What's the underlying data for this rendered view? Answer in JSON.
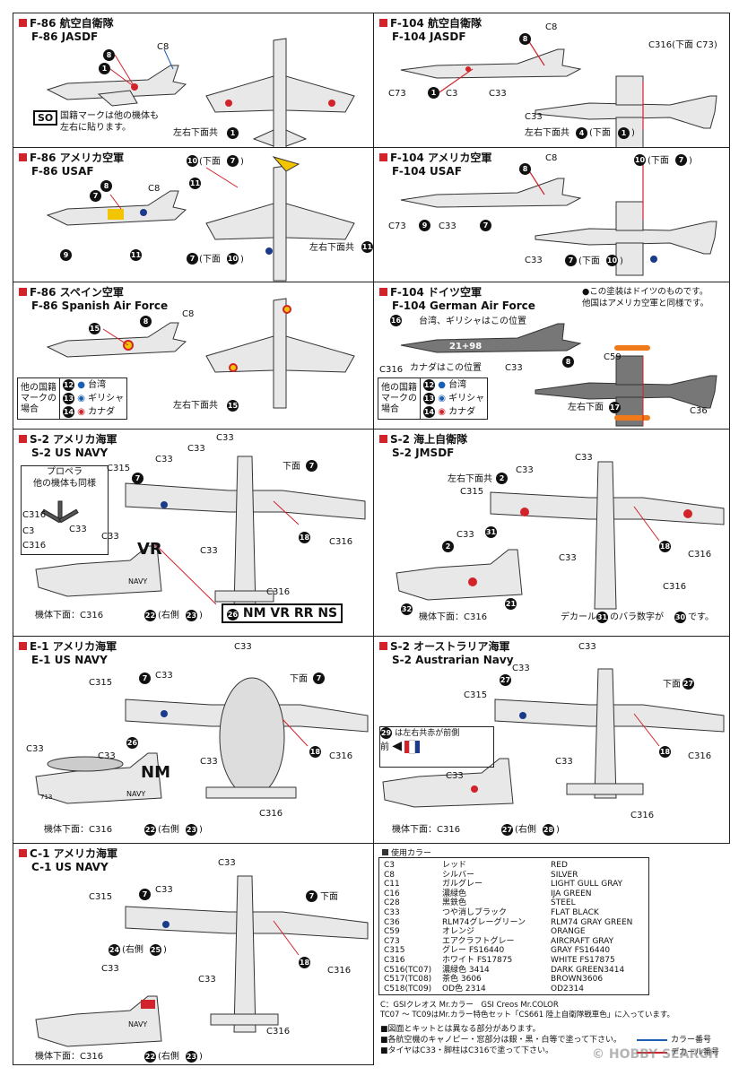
{
  "panels": {
    "f86_jasdf": {
      "title_jp": "F-86 航空自衛隊",
      "title_en": "F-86 JASDF",
      "labels": {
        "c8": "C8",
        "n8": "8",
        "n1": "1",
        "bottom_both": "左右下面共",
        "n1b": "1"
      },
      "so_badge": "SO",
      "so_note_l1": "国籍マークは他の機体も",
      "so_note_l2": "左右に貼ります。"
    },
    "f104_jasdf": {
      "title_jp": "F-104 航空自衛隊",
      "title_en": "F-104 JASDF",
      "labels": {
        "c8": "C8",
        "n8": "8",
        "c316": "C316(下面 C73)",
        "c73": "C73",
        "n1": "1",
        "c3": "C3",
        "c33": "C33",
        "c33b": "C33",
        "bottom_both": "左右下面共",
        "n4": "4",
        "bottom_paren": "(下面",
        "n1b": "1",
        "close": ")"
      }
    },
    "f86_usaf": {
      "title_jp": "F-86 アメリカ空軍",
      "title_en": "F-86 USAF",
      "labels": {
        "n10": "10",
        "bottom7": "(下面",
        "n7b": "7",
        "close": ")",
        "n8": "8",
        "c8": "C8",
        "n11": "11",
        "n7": "7",
        "n9": "9",
        "n11b": "11",
        "lr_bottom": "左右下面共",
        "n11c": "11",
        "n7c": "7",
        "bottom10": "(下面",
        "n10b": "10",
        "close2": ")"
      }
    },
    "f104_usaf": {
      "title_jp": "F-104 アメリカ空軍",
      "title_en": "F-104 USAF",
      "labels": {
        "c8": "C8",
        "n8": "8",
        "n10": "10",
        "bottom7": "(下面",
        "n7b": "7",
        "close": ")",
        "c73": "C73",
        "n9": "9",
        "c33": "C33",
        "n7": "7",
        "c33b": "C33",
        "n7c": "7",
        "bottom10": "(下面",
        "n10b": "10",
        "close2": ")"
      }
    },
    "f86_spain": {
      "title_jp": "F-86 スペイン空軍",
      "title_en": "F-86 Spanish Air Force",
      "labels": {
        "c8": "C8",
        "n15": "15",
        "n8": "8",
        "bottom_both": "左右下面共",
        "n15b": "15"
      },
      "table": {
        "head": [
          "他の国籍",
          "マークの",
          "場合"
        ],
        "rows": [
          {
            "n": "12",
            "name": "台湾"
          },
          {
            "n": "13",
            "name": "ギリシャ"
          },
          {
            "n": "14",
            "name": "カナダ"
          }
        ]
      }
    },
    "f104_german": {
      "title_jp": "F-104 ドイツ空軍",
      "title_en": "F-104 German Air Force",
      "note_l1": "●この塗装はドイツのものです。",
      "note_l2": "他国はアメリカ空軍と同様です。",
      "labels": {
        "n16": "16",
        "tw_gr": "台湾、ギリシャはこの位置",
        "tail": "21+98",
        "c316": "C316",
        "canada": "カナダはこの位置",
        "c33": "C33",
        "n8": "8",
        "c59": "C59",
        "lr_bottom": "左右下面",
        "n17": "17",
        "c36": "C36"
      },
      "table": {
        "head": [
          "他の国籍",
          "マークの",
          "場合"
        ],
        "rows": [
          {
            "n": "12",
            "name": "台湾"
          },
          {
            "n": "13",
            "name": "ギリシャ"
          },
          {
            "n": "14",
            "name": "カナダ"
          }
        ]
      }
    },
    "s2_usn": {
      "title_jp": "S-2 アメリカ海軍",
      "title_en": "S-2 US NAVY",
      "prop_l1": "プロペラ",
      "prop_l2": "他の機体も同様",
      "labels": {
        "c316a": "C316",
        "c3": "C3",
        "c33p": "C33",
        "c316b": "C316",
        "c33a": "C33",
        "c33b": "C33",
        "c33c": "C33",
        "c315": "C315",
        "n7a": "7",
        "bottom7": "下面",
        "n7b": "7",
        "n18": "18",
        "c316c": "C316",
        "c33d": "C33",
        "c33e": "C33",
        "c316d": "C316",
        "tail": "VR",
        "navy": "NAVY",
        "fuselage_bottom": "機体下面：C316",
        "n22": "22",
        "right_side": "(右側",
        "n23": "23",
        "close": ")"
      },
      "badge_num": "26",
      "badge_text": "NM VR RR NS"
    },
    "s2_jmsdf": {
      "title_jp": "S-2 海上自衛隊",
      "title_en": "S-2 JMSDF",
      "labels": {
        "lr_bottom": "左右下面共",
        "n2": "2",
        "c33a": "C33",
        "c33b": "C33",
        "c315": "C315",
        "n18": "18",
        "c316a": "C316",
        "n2b": "2",
        "c33c": "C33",
        "n31": "31",
        "c33d": "C33",
        "c316b": "C316",
        "n32": "32",
        "fuselage_bottom": "機体下面：C316",
        "n21": "21",
        "decal_pre": "デカール",
        "n31b": "31",
        "decal_mid": "のバラ数字が",
        "n30": "30",
        "decal_post": "です。"
      }
    },
    "e1_usn": {
      "title_jp": "E-1 アメリカ海軍",
      "title_en": "E-1 US NAVY",
      "labels": {
        "c33a": "C33",
        "c315": "C315",
        "n7a": "7",
        "c33b": "C33",
        "bottom7": "下面",
        "n7b": "7",
        "n18": "18",
        "c316a": "C316",
        "c33c": "C33",
        "n26": "26",
        "c33d": "C33",
        "c33e": "C33",
        "tail": "NM",
        "navy": "NAVY",
        "code": "713",
        "c316b": "C316",
        "fuselage_bottom": "機体下面：C316",
        "n22": "22",
        "right_side": "(右側",
        "n23": "23",
        "close": ")"
      }
    },
    "s2_aus": {
      "title_jp": "S-2 オーストラリア海軍",
      "title_en": "S-2 Austrarian Navy",
      "labels": {
        "c33a": "C33",
        "c33b": "C33",
        "c315": "C315",
        "n27": "27",
        "bottom": "下面",
        "n27b": "27",
        "n18": "18",
        "c316a": "C316",
        "c33c": "C33",
        "c33d": "C33",
        "c316b": "C316",
        "fuselage_bottom": "機体下面：C316",
        "n27c": "27",
        "right_side": "(右側",
        "n28": "28",
        "close": ")"
      },
      "box_num": "29",
      "box_text": "は左右共赤が前側",
      "front": "前"
    },
    "c1_usn": {
      "title_jp": "C-1 アメリカ海軍",
      "title_en": "C-1 US NAVY",
      "labels": {
        "c33a": "C33",
        "c315": "C315",
        "n7a": "7",
        "c33b": "C33",
        "bottom7": "下面",
        "n7b": "7",
        "n18": "18",
        "c316a": "C316",
        "n24": "24",
        "right_side": "(右側",
        "n25": "25",
        "close": ")",
        "c33c": "C33",
        "c33d": "C33",
        "c316b": "C316",
        "navy": "NAVY",
        "fuselage_bottom": "機体下面：C316",
        "n22": "22",
        "right_side2": "(右側",
        "n23": "23",
        "close2": ")"
      }
    }
  },
  "colors": {
    "title": "使用カラー",
    "rows": [
      [
        "C3",
        "レッド",
        "RED"
      ],
      [
        "C8",
        "シルバー",
        "SILVER"
      ],
      [
        "C11",
        "ガルグレー",
        "LIGHT GULL GRAY"
      ],
      [
        "C16",
        "濃緑色",
        "IJA GREEN"
      ],
      [
        "C28",
        "黒鉄色",
        "STEEL"
      ],
      [
        "C33",
        "つや消しブラック",
        "FLAT BLACK"
      ],
      [
        "C36",
        "RLM74グレーグリーン",
        "RLM74 GRAY GREEN"
      ],
      [
        "C59",
        "オレンジ",
        "ORANGE"
      ],
      [
        "C73",
        "エアクラフトグレー",
        "AIRCRAFT GRAY"
      ],
      [
        "C315",
        "グレー FS16440",
        "GRAY FS16440"
      ],
      [
        "C316",
        "ホワイト FS17875",
        "WHITE FS17875"
      ],
      [
        "C516(TC07)",
        "濃緑色 3414",
        "DARK GREEN3414"
      ],
      [
        "C517(TC08)",
        "茶色 3606",
        "BROWN3606"
      ],
      [
        "C518(TC09)",
        "OD色 2314",
        "OD2314"
      ]
    ],
    "gsi_line": "C：GSIクレオス Mr.カラー　GSI Creos Mr.COLOR",
    "tc_line": "TC07 ～ TC09はMr.カラー特色セット「CS661 陸上自衛隊戦車色」に入っています。",
    "notes": [
      "■図面とキットとは異なる部分があります。",
      "■各航空機のキャノピー・窓部分は銀・黒・白等で塗って下さい。",
      "■タイヤはC33・脚柱はC316で塗って下さい。"
    ],
    "legend_color": "カラー番号",
    "legend_decal": "デカール番号"
  },
  "watermark": "© HOBBY SEARCH"
}
